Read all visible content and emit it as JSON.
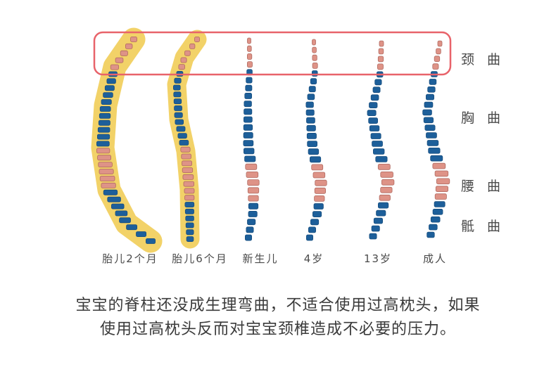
{
  "colors": {
    "thoracic": "#1d5f9a",
    "thoracic_edge": "#174d7d",
    "cervical_lumbar": "#de9387",
    "cervical_lumbar_edge": "#b06a60",
    "fetal_halo": "#f2d268",
    "highlight": "#e8636a",
    "text": "#4a4a4a"
  },
  "curve_labels": [
    "颈 曲",
    "胸 曲",
    "腰 曲",
    "骶 曲"
  ],
  "stages": [
    {
      "label": "胎儿2个月"
    },
    {
      "label": "胎儿6个月"
    },
    {
      "label": "新生儿"
    },
    {
      "label": "4岁"
    },
    {
      "label": "13岁"
    },
    {
      "label": "成人"
    }
  ],
  "caption": {
    "line1": "宝宝的脊柱还没成生理弯曲，不适合使用过高枕头，如果",
    "line2": "使用过高枕头反而对宝宝颈椎造成不必要的压力。"
  }
}
